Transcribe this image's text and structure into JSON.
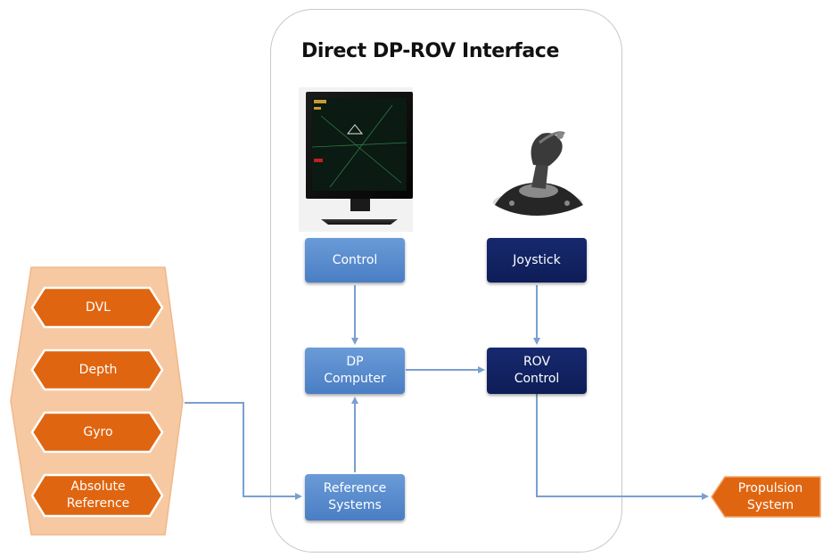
{
  "title": "Direct DP-ROV Interface",
  "nodes": {
    "control": "Control",
    "joystick": "Joystick",
    "dp_computer": "DP\nComputer",
    "rov_control": "ROV\nControl",
    "reference_systems": "Reference\nSystems",
    "propulsion_system": "Propulsion\nSystem"
  },
  "sensors": [
    "DVL",
    "Depth",
    "Gyro",
    "Absolute\nReference"
  ],
  "colors": {
    "orange": "#e06510",
    "panel_orange": "#f6c9a2",
    "light_blue": "#4f81c4",
    "dark_blue": "#12235f",
    "arrow": "#7a9fd0"
  },
  "images": [
    "monitor-screen",
    "joystick"
  ]
}
